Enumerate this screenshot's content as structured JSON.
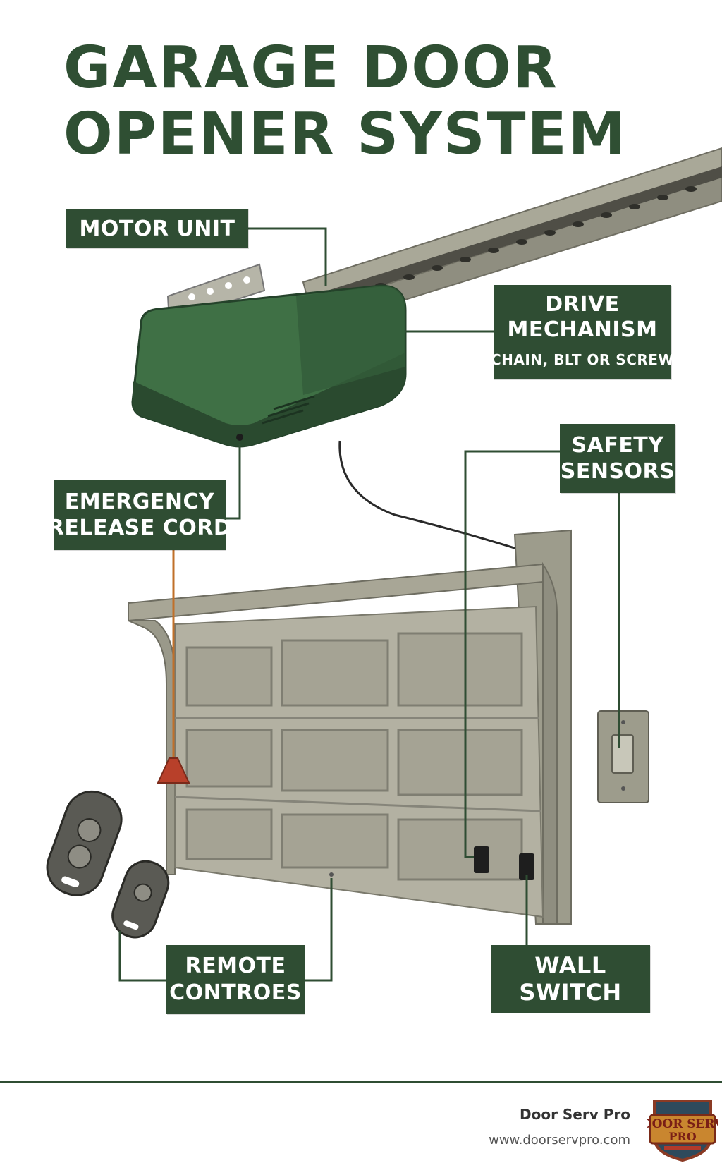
{
  "title": {
    "line1": "GARAGE DOOR",
    "line2": "OPENER SYSTEM"
  },
  "labels": {
    "motor": "MOTOR UNIT",
    "drive_line1": "DRIVE",
    "drive_line2": "MECHANISM",
    "drive_sub": "(CHAIN, BLT OR SCREW)",
    "emergency_line1": "EMERGENCY",
    "emergency_line2": "RELEASE CORD",
    "safety_line1": "SAFETY",
    "safety_line2": "SENSORS",
    "remote_line1": "REMOTE",
    "remote_line2": "CONTROES",
    "wall_line1": "WALL",
    "wall_line2": "SWITCH"
  },
  "footer": {
    "brand": "Door Serv Pro",
    "url": "www.doorservpro.com",
    "logo_text_line1": "DOOR SERV",
    "logo_text_line2": "PRO"
  },
  "colors": {
    "label_bg": "#2f4d33",
    "title": "#2f4f33",
    "motor_green": "#3f7045",
    "door_gray": "#a8a696",
    "cord_orange": "#c0702a",
    "handle_red": "#b8402a"
  },
  "icons": [
    "motor-unit-icon",
    "rail-icon",
    "garage-door-icon",
    "remote-icon",
    "wall-switch-icon",
    "sensor-icon",
    "release-handle-icon"
  ]
}
